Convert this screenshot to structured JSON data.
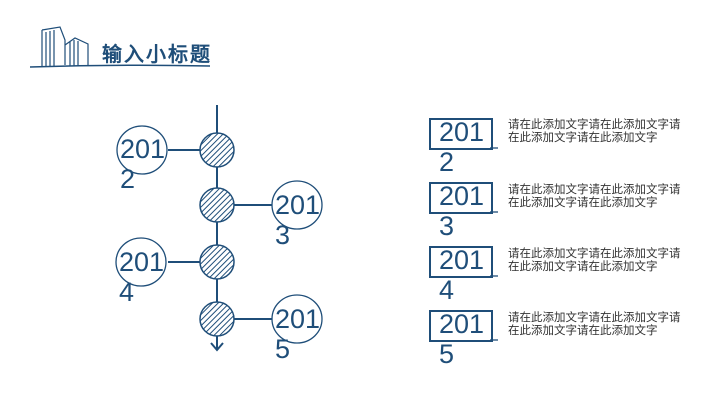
{
  "header": {
    "title": "输入小标题",
    "logo_icon": "buildings-sketch-icon"
  },
  "timeline": [
    {
      "year": "2012"
    },
    {
      "year": "2013"
    },
    {
      "year": "2014"
    },
    {
      "year": "2015"
    }
  ],
  "list": [
    {
      "year": "2012",
      "text": "请在此添加文字请在此添加文字请在此添加文字请在此添加文字"
    },
    {
      "year": "2013",
      "text": "请在此添加文字请在此添加文字请在此添加文字请在此添加文字"
    },
    {
      "year": "2014",
      "text": "请在此添加文字请在此添加文字请在此添加文字请在此添加文字"
    },
    {
      "year": "2015",
      "text": "请在此添加文字请在此添加文字请在此添加文字请在此添加文字"
    }
  ],
  "colors": {
    "accent": "#1f4e79"
  }
}
